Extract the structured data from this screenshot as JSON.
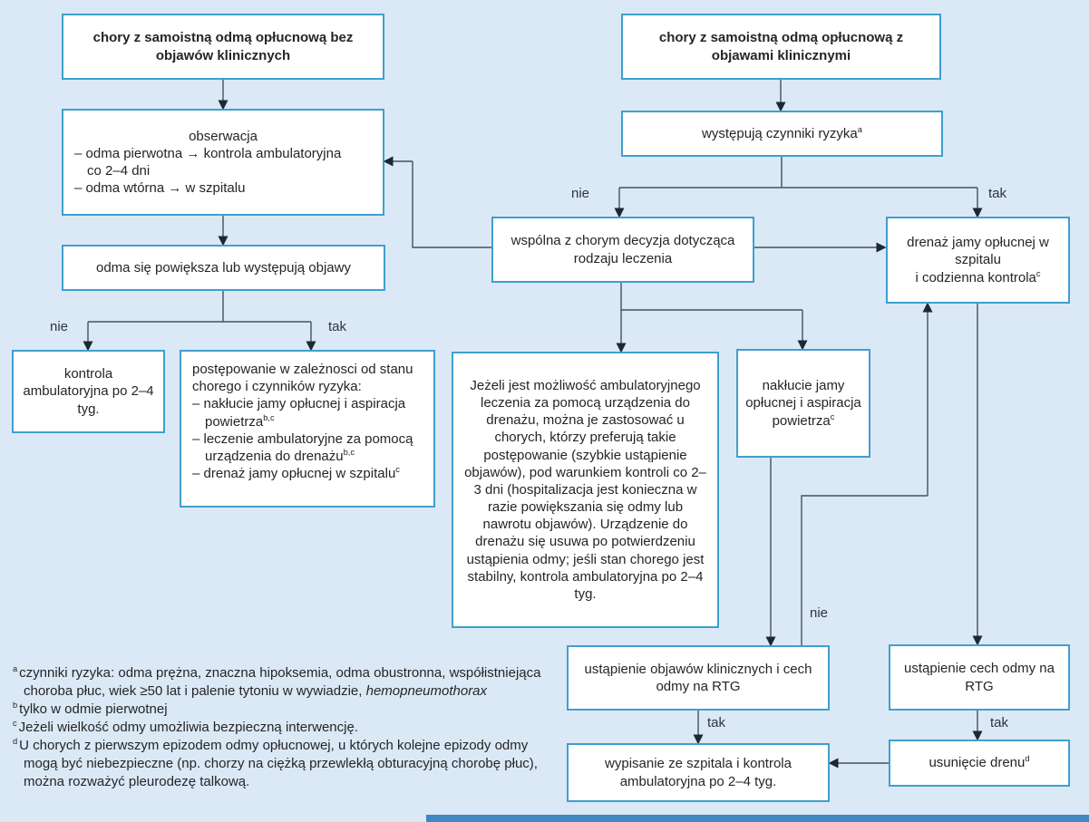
{
  "edge_labels": {
    "no": "nie",
    "yes": "tak"
  },
  "nodes": {
    "patient_no_symptoms": "chory z samoistną odmą opłucnową bez objawów klinicznych",
    "observation_title": "obserwacja",
    "observation_lines": [
      "– odma pierwotna → kontrola ambulatoryjna",
      "co 2–4 dni",
      "– odma wtórna → w szpitalu"
    ],
    "enlarging": "odma się powiększa lub występują objawy",
    "outpatient_followup": "kontrola ambulatoryjna po 2–4 tyg.",
    "management_title": "postępowanie w zależnosci od stanu chorego i czynników ryzyka:",
    "management_items": [
      {
        "text": "– nakłucie jamy opłucnej i aspiracja powietrza",
        "sup": "b,c"
      },
      {
        "text": "– leczenie ambulatoryjne za pomocą urządzenia do drenażu",
        "sup": "b,c"
      },
      {
        "text": "– drenaż jamy opłucnej w szpitalu",
        "sup": "c"
      }
    ],
    "patient_symptoms": "chory z samoistną odmą opłucnową z objawami klinicznymi",
    "risk_factors": {
      "text": "występują czynniki ryzyka",
      "sup": "a"
    },
    "shared_decision": "wspólna z chorym decyzja dotycząca rodzaju leczenia",
    "drainage": {
      "text1": "drenaż jamy opłucnej w szpitalu",
      "text2": "i codzienna kontrola",
      "sup": "c"
    },
    "ambulatory_info": "Jeżeli jest możliwość ambulatoryjnego leczenia za pomocą urządzenia do drenażu, można je zastosować u chorych, którzy preferują takie postępowanie (szybkie ustąpienie objawów), pod warunkiem kontroli co 2–3 dni (hospitalizacja jest konieczna w razie powiększania się odmy lub nawrotu objawów). Urządzenie do drenażu się usuwa po potwierdzeniu ustąpienia odmy; jeśli stan chorego jest stabilny, kontrola ambulatoryjna po 2–4 tyg.",
    "aspiration": {
      "text": "nakłucie jamy opłucnej i aspiracja powietrza",
      "sup": "c"
    },
    "symptoms_resolved": "ustąpienie objawów klinicznych i cech odmy na RTG",
    "xray_resolved": "ustąpienie cech odmy na RTG",
    "discharge": "wypisanie ze szpitala i kontrola ambulatoryjna po 2–4 tyg.",
    "drain_removal": {
      "text": "usunięcie drenu",
      "sup": "d"
    }
  },
  "footnotes": [
    {
      "sup": "a",
      "text": "czynniki ryzyka: odma prężna, znaczna hipoksemia, odma obustronna, współistniejąca choroba płuc, wiek ≥50 lat i palenie tytoniu w wywiadzie,",
      "italic": "hemopneumothorax"
    },
    {
      "sup": "b",
      "text": "tylko w odmie pierwotnej",
      "italic": ""
    },
    {
      "sup": "c",
      "text": "Jeżeli wielkość odmy umożliwia bezpieczną interwencję.",
      "italic": ""
    },
    {
      "sup": "d",
      "text": "U chorych z pierwszym epizodem odmy opłucnowej, u których kolejne epizody odmy mogą być niebezpieczne (np. chorzy na ciężką przewlekłą obturacyjną chorobę płuc), można rozważyć pleurodezę talkową.",
      "italic": ""
    }
  ],
  "colors": {
    "background": "#dbe8f6",
    "box_border": "#3f9fce",
    "box_fill": "#ffffff",
    "connector": "#44525e",
    "text": "#252525",
    "bottom_bar": "#3f88c5"
  }
}
